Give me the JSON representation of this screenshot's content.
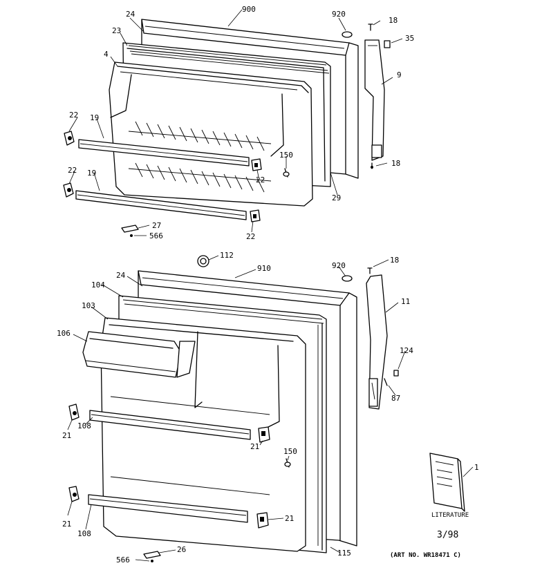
{
  "callouts": {
    "c24a": "24",
    "c900": "900",
    "c920a": "920",
    "c18a": "18",
    "c35": "35",
    "c23": "23",
    "c4": "4",
    "c9": "9",
    "c22a": "22",
    "c19a": "19",
    "c150a": "150",
    "c22b": "22",
    "c18b": "18",
    "c22c": "22",
    "c19b": "19",
    "c29": "29",
    "c22d": "22",
    "c27": "27",
    "c566a": "566",
    "c112": "112",
    "c910": "910",
    "c920b": "920",
    "c18c": "18",
    "c24b": "24",
    "c104": "104",
    "c11": "11",
    "c103": "103",
    "c106": "106",
    "c124": "124",
    "c87": "87",
    "c21a": "21",
    "c108a": "108",
    "c150b": "150",
    "c21b": "21",
    "c1": "1",
    "c21c": "21",
    "c21d": "21",
    "c108b": "108",
    "c115": "115",
    "c566b": "566",
    "c26": "26"
  },
  "literature_label": "LITERATURE",
  "date_code": "3/98",
  "art_number": "(ART NO. WR18471 C)"
}
